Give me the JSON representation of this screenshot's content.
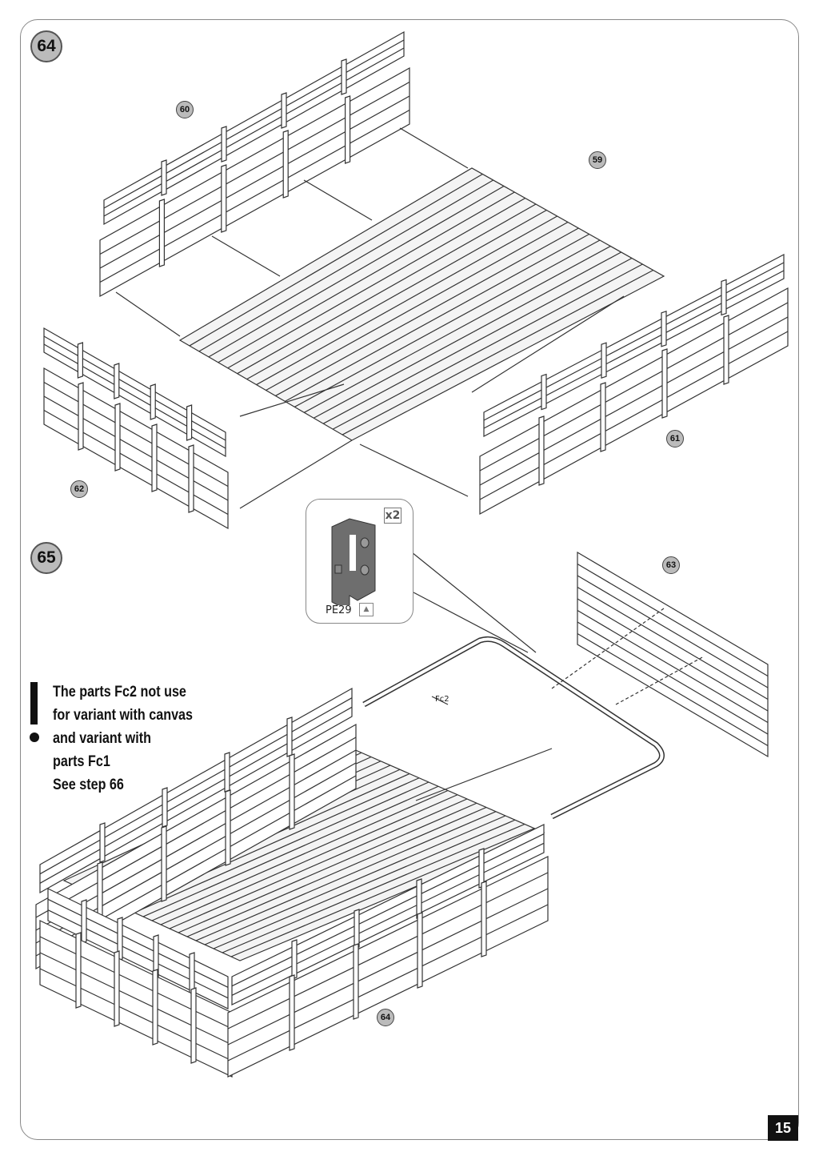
{
  "steps": {
    "step64": "64",
    "step65": "65"
  },
  "callouts": {
    "p59": "59",
    "p60": "60",
    "p61": "61",
    "p62": "62",
    "p63": "63",
    "p64": "64"
  },
  "inset": {
    "quantity": "x2",
    "part_code": "PE29",
    "part_icon": "photo-etch-icon"
  },
  "frame_label": "Fc2",
  "note": {
    "lines": [
      "The parts Fc2  not use",
      "for variant with  canvas",
      "and variant with",
      "parts  Fc1",
      "See step 66"
    ],
    "icon": "warning-exclamation-icon"
  },
  "page_number": "15"
}
